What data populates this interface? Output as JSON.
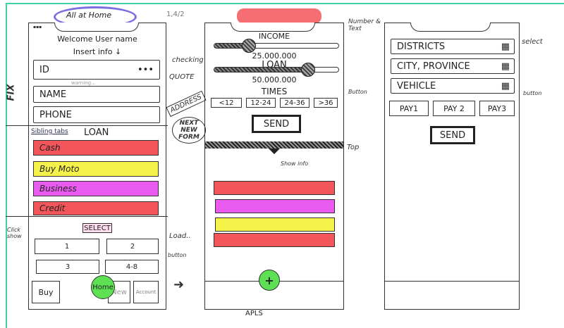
{
  "title": "All at Home",
  "version": "1,4/2",
  "colors": {
    "red": "#f2555a",
    "yellow": "#f5f24a",
    "magenta": "#ea5cf0",
    "green": "#5ee055",
    "frame": "#3fd1a8",
    "title_circle": "#7b6fe0"
  },
  "screen1": {
    "welcome": "Welcome User name",
    "prompt": "Insert info ↓",
    "fields": [
      {
        "label": "ID",
        "suffix": "•••"
      },
      {
        "label": "NAME"
      },
      {
        "label": "PHONE"
      }
    ],
    "id_hint": "warning...",
    "tab_link": "Sibling tabs",
    "section": "LOAN",
    "loan_types": [
      "Cash",
      "Buy Moto",
      "Business",
      "Credit"
    ],
    "select_label": "SELECT",
    "options": [
      "1",
      "2",
      "3",
      "4-8"
    ],
    "nav": [
      "Buy",
      "Home",
      "New",
      "Account"
    ]
  },
  "screen2": {
    "income_label": "INCOME",
    "income_value": "25.000.000",
    "income_fraction": 0.27,
    "loan_label": "LOAN",
    "loan_value": "50.000.000",
    "loan_fraction": 0.75,
    "times_label": "TIMES",
    "times": [
      "<12",
      "12-24",
      "24-36",
      ">36"
    ],
    "send": "SEND",
    "plus": "+",
    "footer": "APLS"
  },
  "screen3": {
    "selects": [
      {
        "label": "DISTRICTS",
        "icon": "select-icon"
      },
      {
        "label": "CITY, PROVINCE",
        "icon": "select-icon"
      },
      {
        "label": "VEHICLE",
        "icon": "select-icon"
      }
    ],
    "pays": [
      "PAY1",
      "PAY 2",
      "PAY3"
    ],
    "send": "SEND"
  },
  "annotations": {
    "checking": "checking",
    "quote": "QUOTE",
    "address": "ADDRESS",
    "next_form": "NEXT NEW FORM",
    "fix": "FIX",
    "click_show": "Click show",
    "load": "Load..",
    "button1": "button",
    "number_text": "Number & Text",
    "button2": "Button",
    "top": "Top",
    "show_info": "Show info",
    "select": "select",
    "button3": "button"
  }
}
